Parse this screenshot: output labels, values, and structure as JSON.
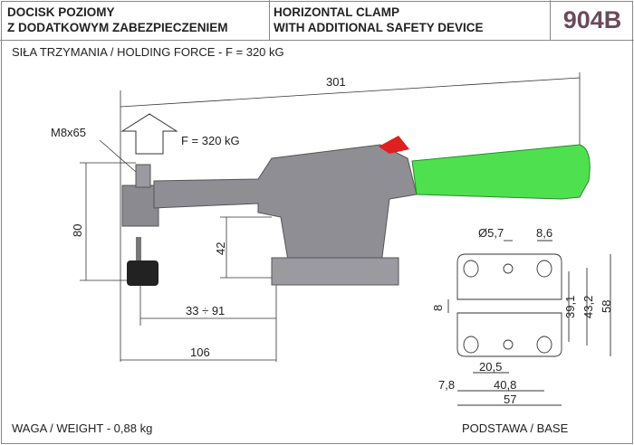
{
  "header": {
    "title_pl_1": "DOCISK POZIOMY",
    "title_pl_2": "Z DODATKOWYM ZABEZPIECZENIEM",
    "title_en_1": "HORIZONTAL CLAMP",
    "title_en_2": "WITH ADDITIONAL SAFETY DEVICE",
    "model": "904B"
  },
  "holding_force": "SIŁA TRZYMANIA / HOLDING FORCE - F = 320 kG",
  "weight": "WAGA / WEIGHT - 0,88 kg",
  "main_dims": {
    "overall": "301",
    "screw": "M8x65",
    "force": "F = 320 kG",
    "height": "80",
    "arm_height": "42",
    "spindle_range": "33 ÷ 91",
    "length": "106"
  },
  "base": {
    "label": "PODSTAWA / BASE",
    "hole_small": "Ø5,7",
    "hole_large": "8,6",
    "slot": "8",
    "d1": "39,1",
    "d2": "43,2",
    "d3": "58",
    "d4": "20,5",
    "d5": "7,8",
    "d6": "40,8",
    "d7": "57"
  },
  "colors": {
    "handle": "#4fe04f",
    "lever": "#e02020",
    "body": "#8a8a90",
    "model": "#6b4a5a"
  }
}
